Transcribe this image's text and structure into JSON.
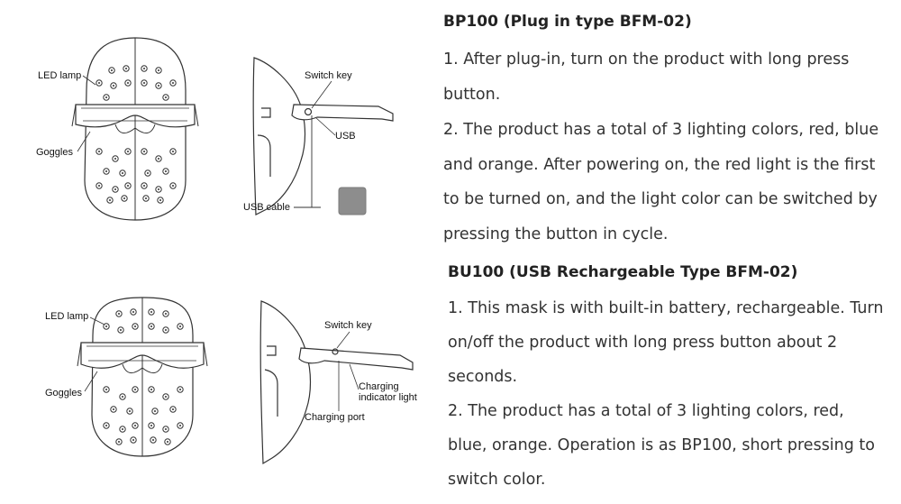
{
  "diagrams": {
    "plug_front": {
      "led_lamp": "LED lamp",
      "goggles": "Goggles"
    },
    "plug_side": {
      "switch_key": "Switch key",
      "usb": "USB",
      "usb_cable": "USB cable"
    },
    "battery_front": {
      "led_lamp": "LED lamp",
      "goggles": "Goggles"
    },
    "battery_side": {
      "switch_key": "Switch key",
      "charging_indicator_line1": "Charging",
      "charging_indicator_line2": "indicator light",
      "charging_port": "Charging port"
    }
  },
  "bp100": {
    "heading": "BP100 (Plug in type BFM-02)",
    "lines": [
      "1. After plug-in, turn on the product with long press",
      "button.",
      "2. The product has a total of 3 lighting colors, red, blue",
      "and orange. After powering on, the red light is the first",
      "to be turned on, and the light color can be switched by",
      "pressing the button in cycle."
    ]
  },
  "bu100": {
    "heading": "BU100 (USB Rechargeable Type BFM-02)",
    "lines": [
      "1. This mask is with built-in battery, rechargeable. Turn",
      "on/off the product with long press button about 2",
      "seconds.",
      "2. The product has a total of 3 lighting colors, red,",
      "blue, orange. Operation is as BP100, short pressing to",
      "switch color."
    ]
  }
}
